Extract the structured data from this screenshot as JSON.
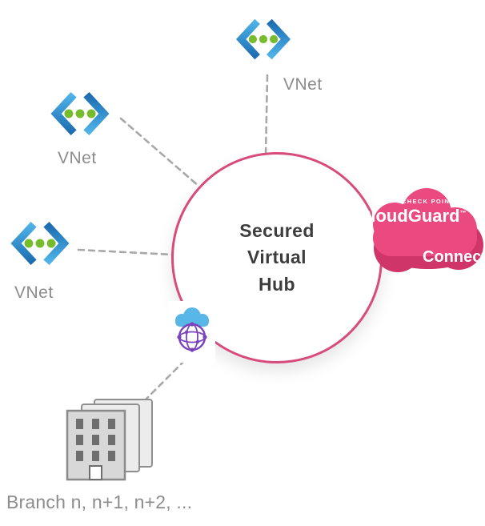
{
  "diagram": {
    "hub": {
      "title": "Secured\nVirtual\nHub"
    },
    "vnets": [
      {
        "label": "VNet"
      },
      {
        "label": "VNet"
      },
      {
        "label": "VNet"
      }
    ],
    "cloudguard": {
      "brand": "CHECK POINT",
      "product": "CloudGuard",
      "trademark": "™",
      "connect": "Connect"
    },
    "branch": {
      "label": "Branch n, n+1, n+2, ..."
    }
  },
  "colors": {
    "hub_border": "#d84b7d",
    "cloud_pink": "#ea4a80",
    "cloud_pink_dark": "#cf3569",
    "connector_gray": "#a8a8a8",
    "label_gray": "#8c8c8c",
    "vnet_blue_dark": "#1b6cb0",
    "vnet_blue_light": "#4fb3e8",
    "vnet_green": "#76bc2d",
    "wan_cloud_blue": "#58b7e6",
    "wan_globe_purple": "#7b42bd",
    "building_gray": "#d8d8d8"
  }
}
